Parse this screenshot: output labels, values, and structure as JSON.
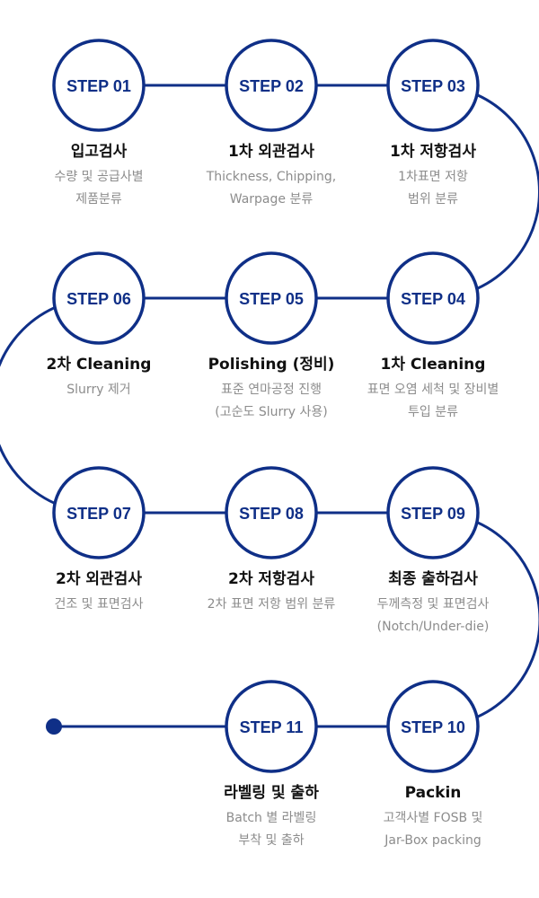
{
  "colors": {
    "line": "#0f2f87",
    "circle_fill": "#ffffff",
    "title": "#111111",
    "desc": "#8c8c8c"
  },
  "steps": [
    {
      "label": "STEP 01",
      "title": "입고검사",
      "desc": [
        "수량 및 공급사별",
        "제품분류"
      ]
    },
    {
      "label": "STEP 02",
      "title": "1차 외관검사",
      "desc": [
        "Thickness, Chipping,",
        "Warpage 분류"
      ]
    },
    {
      "label": "STEP 03",
      "title": "1차 저항검사",
      "desc": [
        "1차표면 저항",
        "범위 분류"
      ]
    },
    {
      "label": "STEP 04",
      "title": "1차 Cleaning",
      "desc": [
        "표면 오염 세척 및 장비별",
        "투입 분류"
      ]
    },
    {
      "label": "STEP 05",
      "title": "Polishing (정비)",
      "desc": [
        "표준 연마공정 진행",
        "(고순도 Slurry 사용)"
      ]
    },
    {
      "label": "STEP 06",
      "title": "2차 Cleaning",
      "desc": [
        "Slurry 제거",
        ""
      ]
    },
    {
      "label": "STEP 07",
      "title": "2차 외관검사",
      "desc": [
        "건조 및 표면검사",
        ""
      ]
    },
    {
      "label": "STEP 08",
      "title": "2차 저항검사",
      "desc": [
        "2차 표면 저항 범위 분류",
        ""
      ]
    },
    {
      "label": "STEP 09",
      "title": "최종 출하검사",
      "desc": [
        "두께측정 및 표면검사",
        "(Notch/Under-die)"
      ]
    },
    {
      "label": "STEP 10",
      "title": "Packin",
      "desc": [
        "고객사별 FOSB 및",
        "Jar-Box packing"
      ]
    },
    {
      "label": "STEP 11",
      "title": "라벨링 및 출하",
      "desc": [
        "Batch 별 라벨링",
        "부착 및 출하"
      ]
    }
  ]
}
